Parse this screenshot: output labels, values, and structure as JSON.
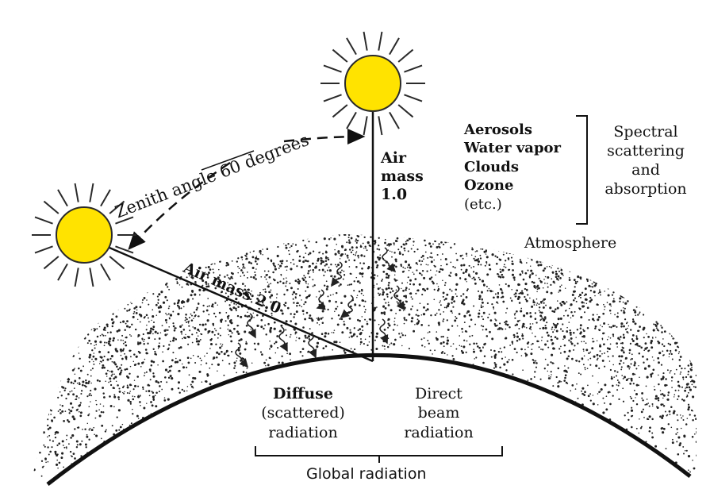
{
  "labels": {
    "zenith_angle": "Zenith angle 60 degrees",
    "air_mass_1_line1": "Air",
    "air_mass_1_line2": "mass",
    "air_mass_1_line3": "1.0",
    "air_mass_2": "Air mass 2.0",
    "factors": [
      "Aerosols",
      "Water vapor",
      "Clouds",
      "Ozone",
      "(etc.)"
    ],
    "spectral_line1": "Spectral",
    "spectral_line2": "scattering",
    "spectral_line3": "and",
    "spectral_line4": "absorption",
    "atmosphere": "Atmosphere",
    "diffuse_line1": "Diffuse",
    "diffuse_line2": "(scattered)",
    "diffuse_line3": "radiation",
    "direct_line1": "Direct",
    "direct_line2": "beam",
    "direct_line3": "radiation",
    "global": "Global radiation"
  },
  "colors": {
    "sun_fill": "#ffe300",
    "sun_stroke": "#2a2a2a",
    "ink": "#111111"
  },
  "icons": {
    "sun_overhead": "sun-icon",
    "sun_angled": "sun-icon",
    "scatter_arrows": "squiggle-arrow-icon"
  }
}
